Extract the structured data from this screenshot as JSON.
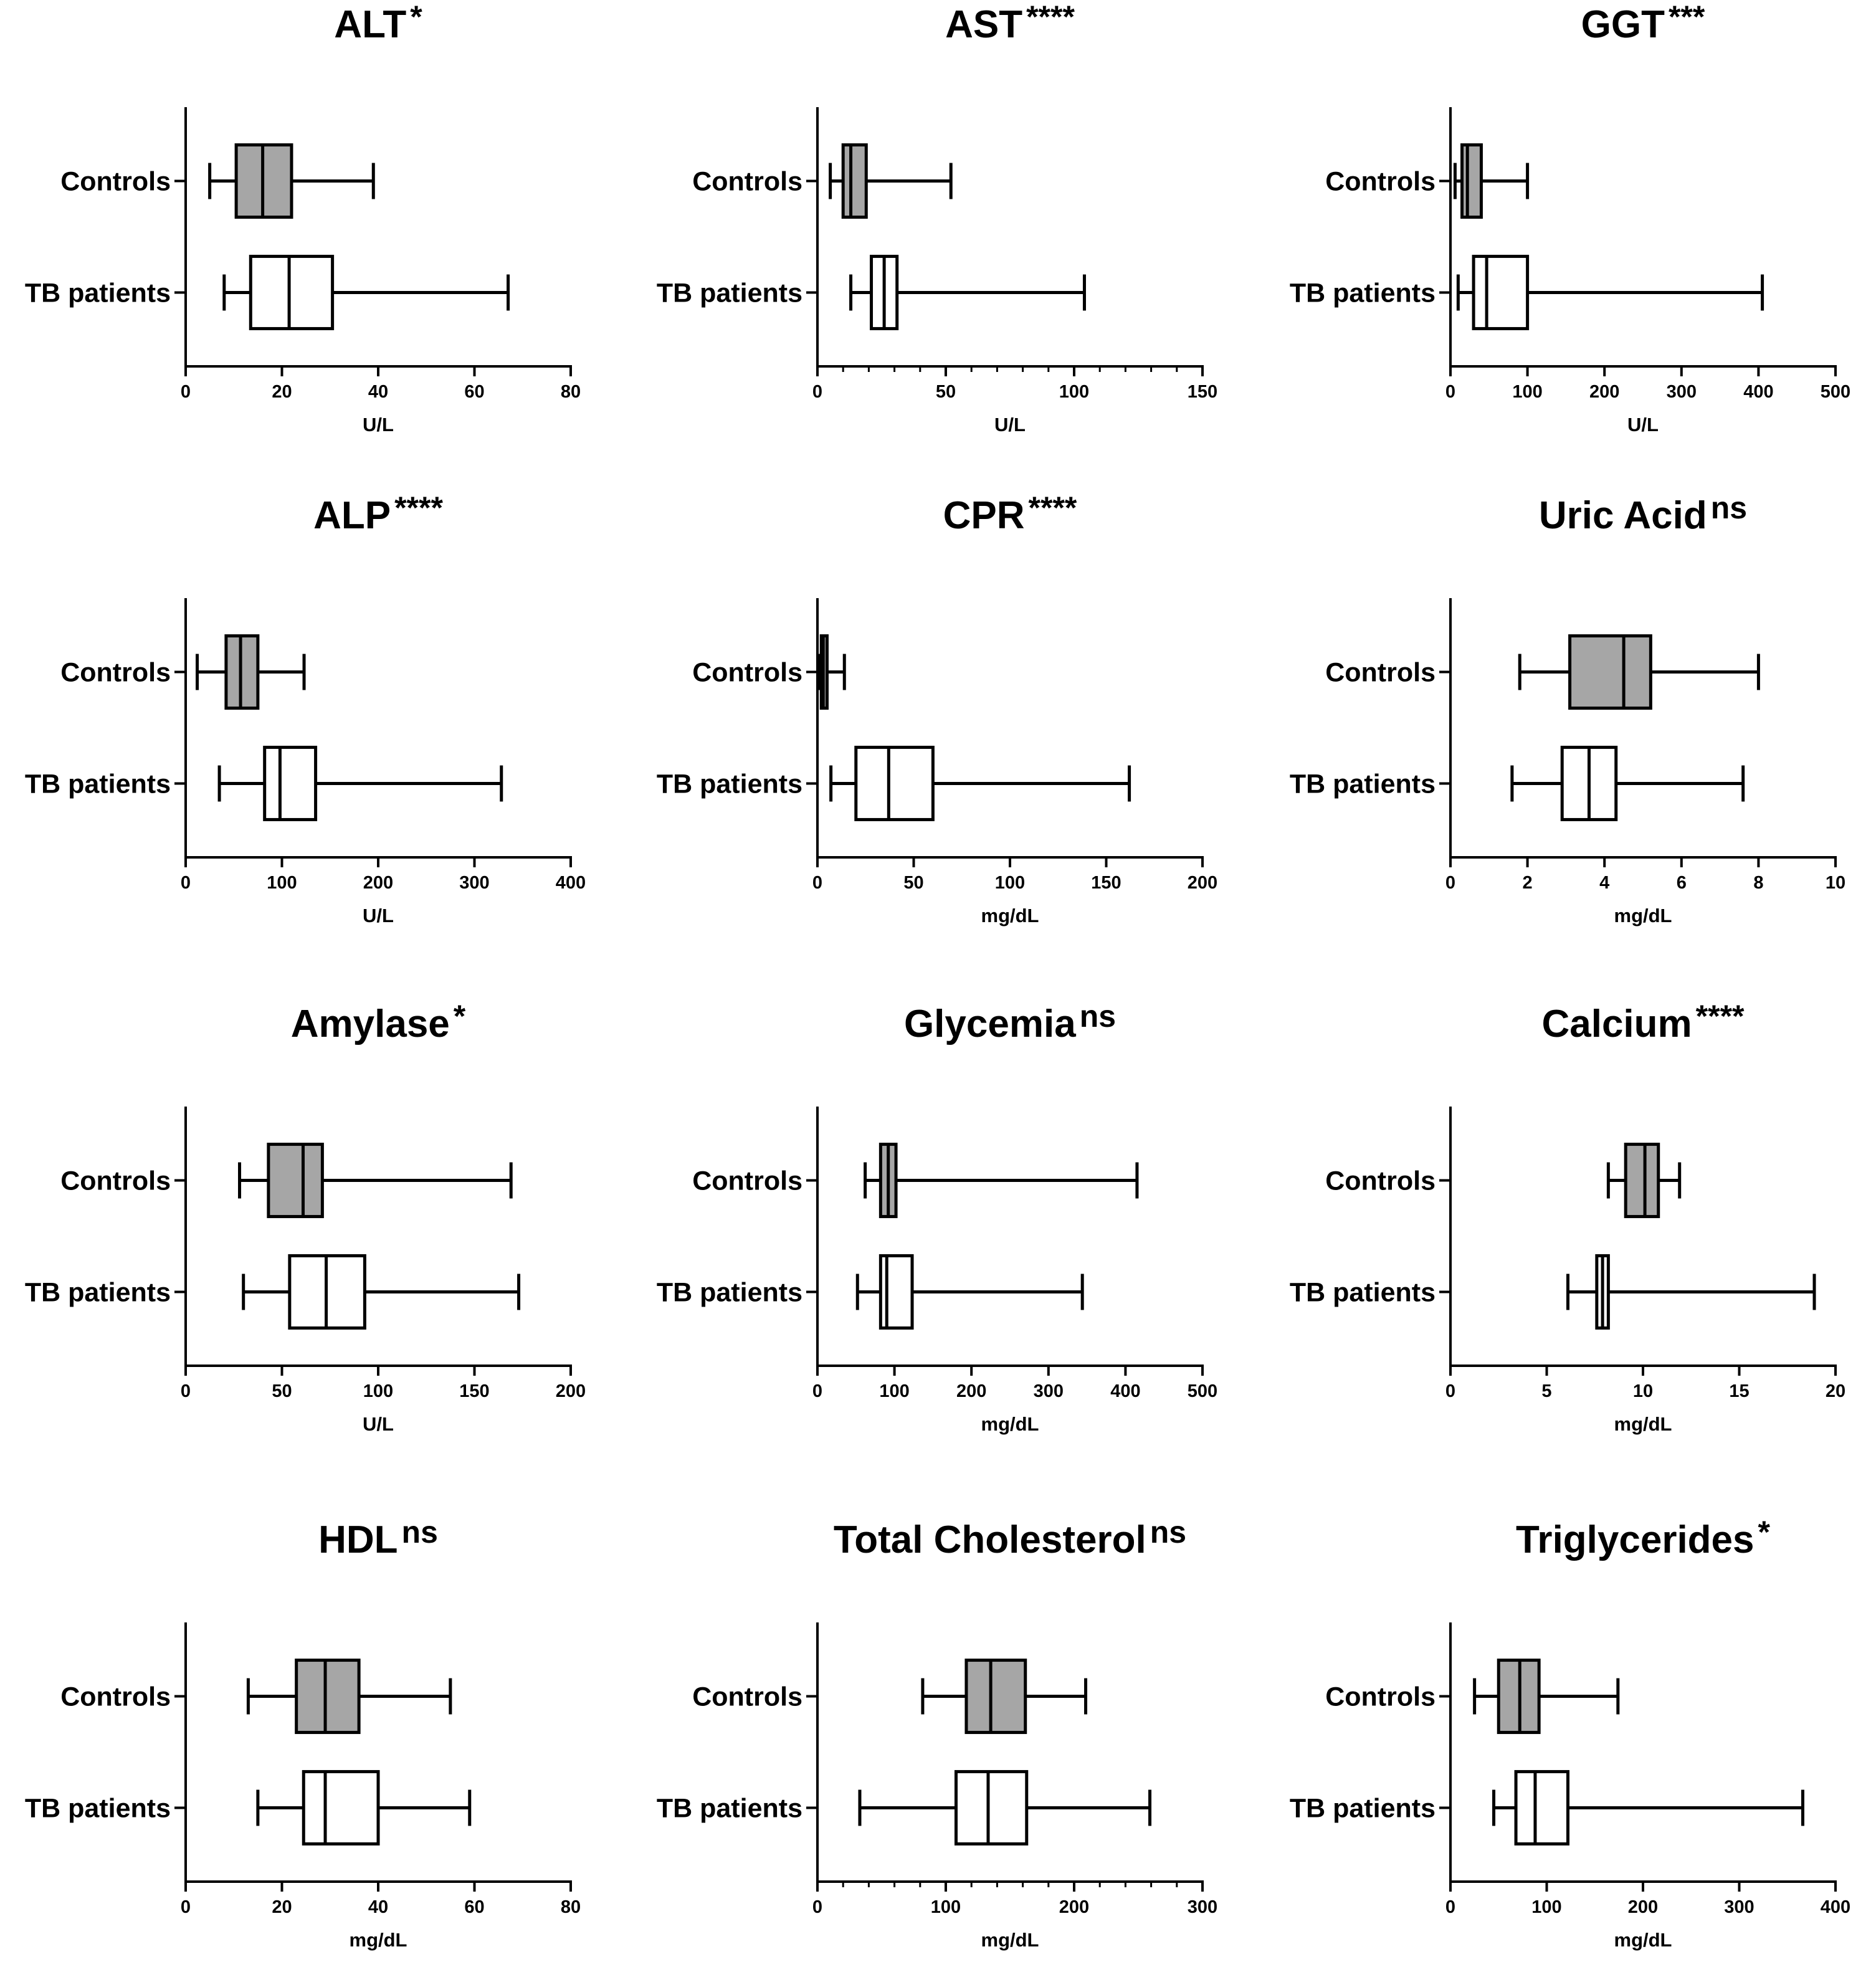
{
  "figure": {
    "background": "#ffffff"
  },
  "chart_data": [
    {
      "type": "boxplot",
      "title": "ALT",
      "significance": "*",
      "xlabel": "U/L",
      "xlim": [
        0,
        80
      ],
      "ticks": [
        0,
        20,
        40,
        60,
        80
      ],
      "minor_ticks": false,
      "categories": [
        "Controls",
        "TB patients"
      ],
      "series": [
        {
          "name": "Controls",
          "fill": "#a6a6a6",
          "min": 5,
          "q1": 10.5,
          "median": 16,
          "q3": 22,
          "max": 39
        },
        {
          "name": "TB patients",
          "fill": "#ffffff",
          "min": 8,
          "q1": 13.5,
          "median": 21.5,
          "q3": 30.5,
          "max": 67
        }
      ]
    },
    {
      "type": "boxplot",
      "title": "AST",
      "significance": "****",
      "xlabel": "U/L",
      "xlim": [
        0,
        150
      ],
      "ticks": [
        0,
        50,
        100,
        150
      ],
      "minor_ticks": true,
      "categories": [
        "Controls",
        "TB patients"
      ],
      "series": [
        {
          "name": "Controls",
          "fill": "#a6a6a6",
          "min": 5,
          "q1": 10,
          "median": 13,
          "q3": 19,
          "max": 52
        },
        {
          "name": "TB patients",
          "fill": "#ffffff",
          "min": 13,
          "q1": 21,
          "median": 26,
          "q3": 31,
          "max": 104
        }
      ]
    },
    {
      "type": "boxplot",
      "title": "GGT",
      "significance": "***",
      "xlabel": "U/L",
      "xlim": [
        0,
        500
      ],
      "ticks": [
        0,
        100,
        200,
        300,
        400,
        500
      ],
      "minor_ticks": false,
      "categories": [
        "Controls",
        "TB patients"
      ],
      "series": [
        {
          "name": "Controls",
          "fill": "#a6a6a6",
          "min": 6,
          "q1": 15,
          "median": 22,
          "q3": 40,
          "max": 100
        },
        {
          "name": "TB patients",
          "fill": "#ffffff",
          "min": 10,
          "q1": 30,
          "median": 47,
          "q3": 100,
          "max": 405
        }
      ]
    },
    {
      "type": "boxplot",
      "title": "ALP",
      "significance": "****",
      "xlabel": "U/L",
      "xlim": [
        0,
        400
      ],
      "ticks": [
        0,
        100,
        200,
        300,
        400
      ],
      "minor_ticks": false,
      "categories": [
        "Controls",
        "TB patients"
      ],
      "series": [
        {
          "name": "Controls",
          "fill": "#a6a6a6",
          "min": 12,
          "q1": 42,
          "median": 57,
          "q3": 75,
          "max": 123
        },
        {
          "name": "TB patients",
          "fill": "#ffffff",
          "min": 35,
          "q1": 82,
          "median": 98,
          "q3": 135,
          "max": 328
        }
      ]
    },
    {
      "type": "boxplot",
      "title": "CPR",
      "significance": "****",
      "xlabel": "mg/dL",
      "xlim": [
        0,
        200
      ],
      "ticks": [
        0,
        50,
        100,
        150,
        200
      ],
      "minor_ticks": false,
      "categories": [
        "Controls",
        "TB patients"
      ],
      "series": [
        {
          "name": "Controls",
          "fill": "#a6a6a6",
          "min": 0.5,
          "q1": 2,
          "median": 3,
          "q3": 5,
          "max": 14
        },
        {
          "name": "TB patients",
          "fill": "#ffffff",
          "min": 7,
          "q1": 20,
          "median": 37,
          "q3": 60,
          "max": 162
        }
      ]
    },
    {
      "type": "boxplot",
      "title": "Uric Acid",
      "significance": "ns",
      "xlabel": "mg/dL",
      "xlim": [
        0,
        10
      ],
      "ticks": [
        0,
        2,
        4,
        6,
        8,
        10
      ],
      "minor_ticks": false,
      "categories": [
        "Controls",
        "TB patients"
      ],
      "series": [
        {
          "name": "Controls",
          "fill": "#a6a6a6",
          "min": 1.8,
          "q1": 3.1,
          "median": 4.5,
          "q3": 5.2,
          "max": 8.0
        },
        {
          "name": "TB patients",
          "fill": "#ffffff",
          "min": 1.6,
          "q1": 2.9,
          "median": 3.6,
          "q3": 4.3,
          "max": 7.6
        }
      ]
    },
    {
      "type": "boxplot",
      "title": "Amylase",
      "significance": "*",
      "xlabel": "U/L",
      "xlim": [
        0,
        200
      ],
      "ticks": [
        0,
        50,
        100,
        150,
        200
      ],
      "minor_ticks": false,
      "categories": [
        "Controls",
        "TB patients"
      ],
      "series": [
        {
          "name": "Controls",
          "fill": "#a6a6a6",
          "min": 28,
          "q1": 43,
          "median": 61,
          "q3": 71,
          "max": 169
        },
        {
          "name": "TB patients",
          "fill": "#ffffff",
          "min": 30,
          "q1": 54,
          "median": 73,
          "q3": 93,
          "max": 173
        }
      ]
    },
    {
      "type": "boxplot",
      "title": "Glycemia",
      "significance": "ns",
      "xlabel": "mg/dL",
      "xlim": [
        0,
        500
      ],
      "ticks": [
        0,
        100,
        200,
        300,
        400,
        500
      ],
      "minor_ticks": false,
      "categories": [
        "Controls",
        "TB patients"
      ],
      "series": [
        {
          "name": "Controls",
          "fill": "#a6a6a6",
          "min": 62,
          "q1": 82,
          "median": 92,
          "q3": 102,
          "max": 415
        },
        {
          "name": "TB patients",
          "fill": "#ffffff",
          "min": 52,
          "q1": 82,
          "median": 90,
          "q3": 123,
          "max": 344
        }
      ]
    },
    {
      "type": "boxplot",
      "title": "Calcium",
      "significance": "****",
      "xlabel": "mg/dL",
      "xlim": [
        0,
        20
      ],
      "ticks": [
        0,
        5,
        10,
        15,
        20
      ],
      "minor_ticks": false,
      "categories": [
        "Controls",
        "TB patients"
      ],
      "series": [
        {
          "name": "Controls",
          "fill": "#a6a6a6",
          "min": 8.2,
          "q1": 9.1,
          "median": 10.1,
          "q3": 10.8,
          "max": 11.9
        },
        {
          "name": "TB patients",
          "fill": "#ffffff",
          "min": 6.1,
          "q1": 7.6,
          "median": 7.9,
          "q3": 8.2,
          "max": 18.9
        }
      ]
    },
    {
      "type": "boxplot",
      "title": "HDL",
      "significance": "ns",
      "xlabel": "mg/dL",
      "xlim": [
        0,
        80
      ],
      "ticks": [
        0,
        20,
        40,
        60,
        80
      ],
      "minor_ticks": false,
      "categories": [
        "Controls",
        "TB patients"
      ],
      "series": [
        {
          "name": "Controls",
          "fill": "#a6a6a6",
          "min": 13,
          "q1": 23,
          "median": 29,
          "q3": 36,
          "max": 55
        },
        {
          "name": "TB patients",
          "fill": "#ffffff",
          "min": 15,
          "q1": 24.5,
          "median": 29,
          "q3": 40,
          "max": 59
        }
      ]
    },
    {
      "type": "boxplot",
      "title": "Total Cholesterol",
      "significance": "ns",
      "xlabel": "mg/dL",
      "xlim": [
        0,
        300
      ],
      "ticks": [
        0,
        100,
        200,
        300
      ],
      "minor_ticks": true,
      "categories": [
        "Controls",
        "TB patients"
      ],
      "series": [
        {
          "name": "Controls",
          "fill": "#a6a6a6",
          "min": 82,
          "q1": 116,
          "median": 135,
          "q3": 162,
          "max": 209
        },
        {
          "name": "TB patients",
          "fill": "#ffffff",
          "min": 33,
          "q1": 108,
          "median": 133,
          "q3": 163,
          "max": 259
        }
      ]
    },
    {
      "type": "boxplot",
      "title": "Triglycerides",
      "significance": "*",
      "xlabel": "mg/dL",
      "xlim": [
        0,
        400
      ],
      "ticks": [
        0,
        100,
        200,
        300,
        400
      ],
      "minor_ticks": false,
      "categories": [
        "Controls",
        "TB patients"
      ],
      "series": [
        {
          "name": "Controls",
          "fill": "#a6a6a6",
          "min": 25,
          "q1": 50,
          "median": 72,
          "q3": 92,
          "max": 174
        },
        {
          "name": "TB patients",
          "fill": "#ffffff",
          "min": 45,
          "q1": 68,
          "median": 88,
          "q3": 122,
          "max": 366
        }
      ]
    }
  ]
}
